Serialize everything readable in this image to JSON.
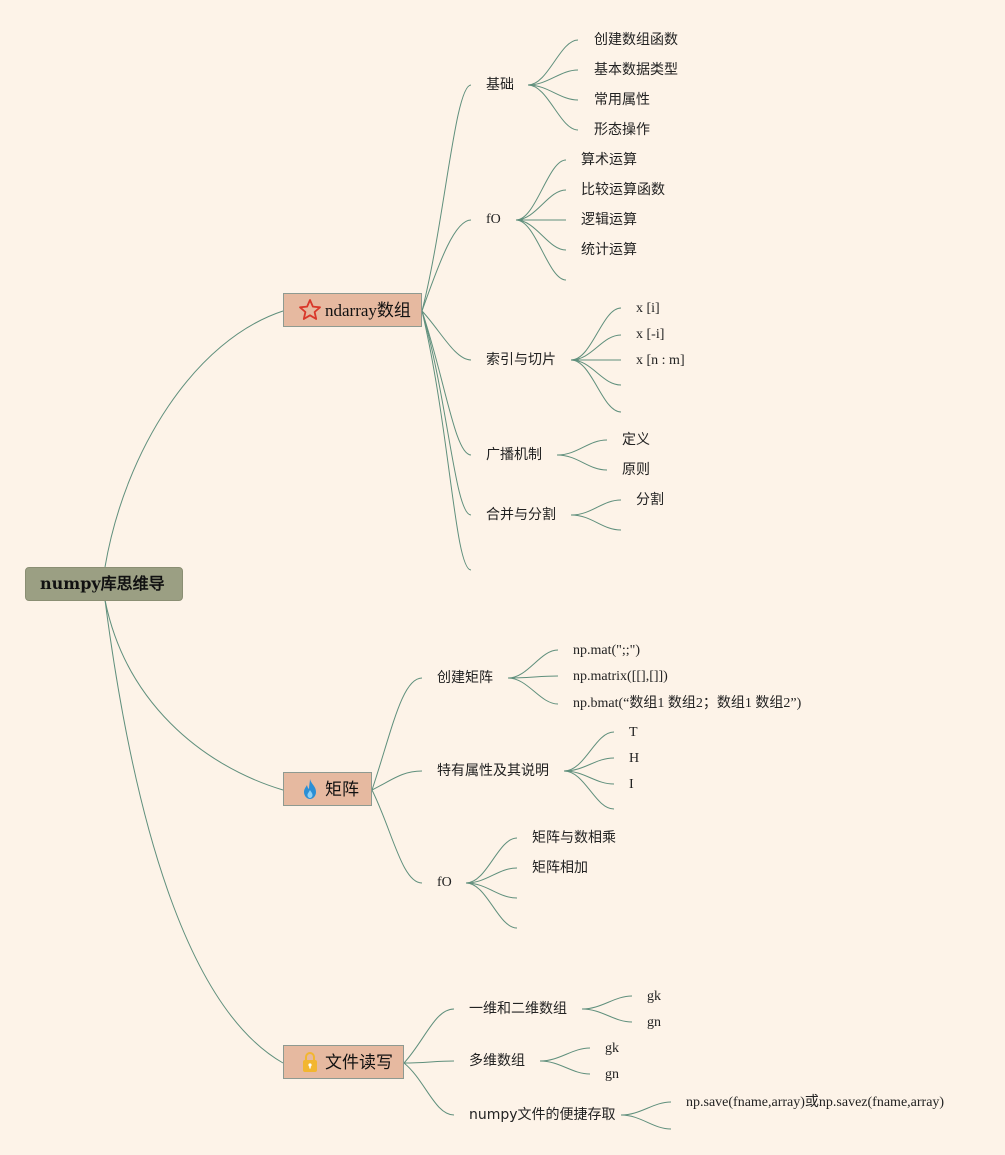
{
  "root": {
    "label": "numpy库思维导"
  },
  "ndarray": {
    "label": "ndarray数组",
    "icon": "star-icon",
    "basic": {
      "label": "基础",
      "items": [
        "创建数组函数",
        "基本数据类型",
        "常用属性",
        "形态操作"
      ]
    },
    "ops": {
      "label": "fO",
      "items": [
        "算术运算",
        "比较运算函数",
        "逻辑运算",
        "统计运算"
      ]
    },
    "index": {
      "label": "索引与切片",
      "items": [
        "x [i]",
        "x [-i]",
        "x [n : m]"
      ]
    },
    "broadcast": {
      "label": "广播机制",
      "items": [
        "定义",
        "原则"
      ]
    },
    "merge": {
      "label": "合并与分割",
      "items": [
        "分割"
      ]
    }
  },
  "matrix": {
    "label": "矩阵",
    "icon": "flame-icon",
    "create": {
      "label": "创建矩阵",
      "items": [
        "np.mat(\";;\")",
        "np.matrix([[],[]])",
        "np.bmat(“数组1 数组2；数组1 数组2”)"
      ]
    },
    "attrs": {
      "label": "特有属性及其说明",
      "items": [
        "T",
        "H",
        "I"
      ]
    },
    "ops": {
      "label": "fO",
      "items": [
        "矩阵与数相乘",
        "矩阵相加"
      ]
    }
  },
  "fileio": {
    "label": "文件读写",
    "icon": "lock-icon",
    "onetwo": {
      "label": "一维和二维数组",
      "items": [
        "gk",
        "gn"
      ]
    },
    "multi": {
      "label": "多维数组",
      "items": [
        "gk",
        "gn"
      ]
    },
    "quick": {
      "label": "numpy文件的便捷存取",
      "items": [
        "np.save(fname,array)或np.savez(fname,array)"
      ]
    }
  },
  "colors": {
    "background": "#fdf3e8",
    "link": "#5f8f7c",
    "root_fill": "#9b9f83",
    "main_fill": "#e6b9a0"
  }
}
